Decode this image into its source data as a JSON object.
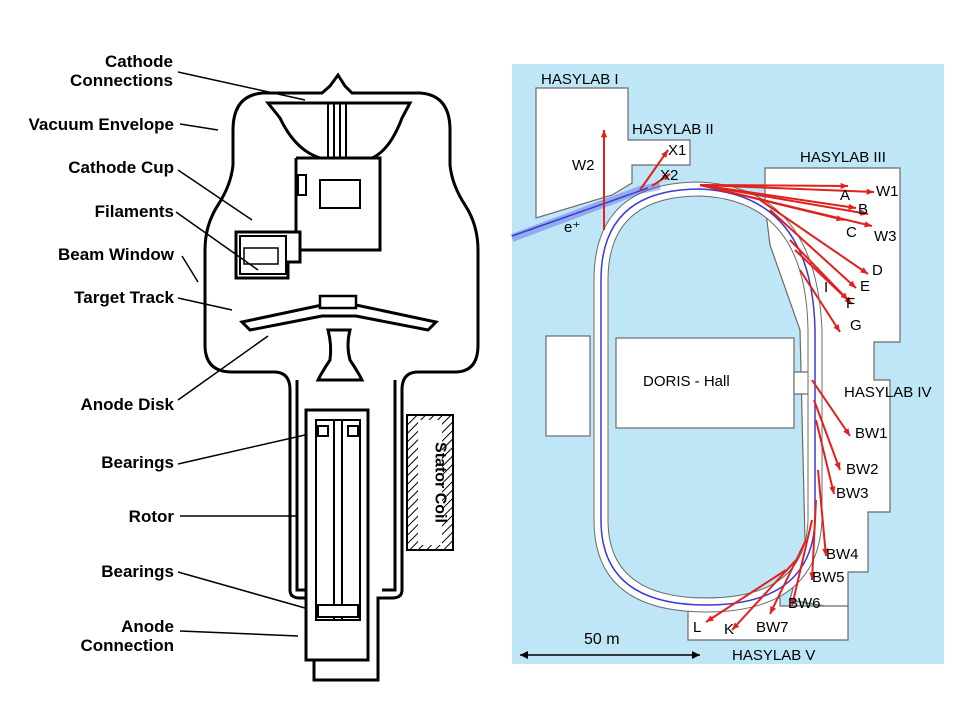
{
  "tube": {
    "labels": {
      "cathode_connections": "Cathode\nConnections",
      "vacuum_envelope": "Vacuum Envelope",
      "cathode_cup": "Cathode Cup",
      "filaments": "Filaments",
      "beam_window": "Beam Window",
      "target_track": "Target Track",
      "anode_disk": "Anode Disk",
      "bearings_top": "Bearings",
      "rotor": "Rotor",
      "bearings_bottom": "Bearings",
      "anode_connection": "Anode\nConnection",
      "stator_coil": "Stator Coil"
    }
  },
  "facility": {
    "colors": {
      "water": "#bfe6f7",
      "building": "#ffffff",
      "beamline": "#e0211c",
      "beam": "#3b3bd6"
    },
    "halls": {
      "hasylab1": "HASYLAB I",
      "hasylab2": "HASYLAB II",
      "hasylab3": "HASYLAB III",
      "hasylab4": "HASYLAB IV",
      "hasylab5": "HASYLAB V",
      "doris": "DORIS - Hall"
    },
    "beamlines": {
      "W2": "W2",
      "X1": "X1",
      "X2": "X2",
      "A": "A",
      "W1": "W1",
      "B": "B",
      "C": "C",
      "W3": "W3",
      "D": "D",
      "E": "E",
      "I": "I",
      "F": "F",
      "G": "G",
      "BW1": "BW1",
      "BW2": "BW2",
      "BW3": "BW3",
      "BW4": "BW4",
      "BW5": "BW5",
      "BW6": "BW6",
      "BW7": "BW7",
      "K": "K",
      "L": "L"
    },
    "positron": "e⁺",
    "scale": "50 m"
  }
}
